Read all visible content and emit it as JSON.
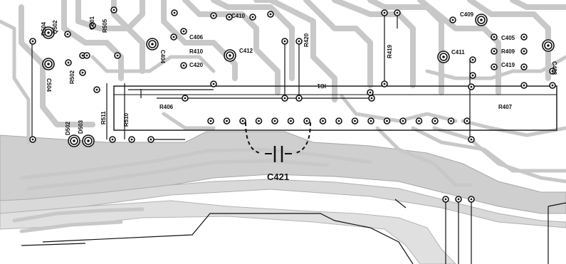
{
  "board": {
    "ic_label": "IC1",
    "featured_part": "C421",
    "component_labels": [
      "D504",
      "Q502",
      "C501",
      "R505",
      "C410",
      "C406",
      "R410",
      "C420",
      "C404",
      "C412",
      "R420",
      "R419",
      "C409",
      "C405",
      "R409",
      "C419",
      "C411",
      "C403",
      "R502",
      "C504",
      "R511",
      "R510",
      "D502",
      "D503",
      "R406",
      "R407"
    ]
  }
}
